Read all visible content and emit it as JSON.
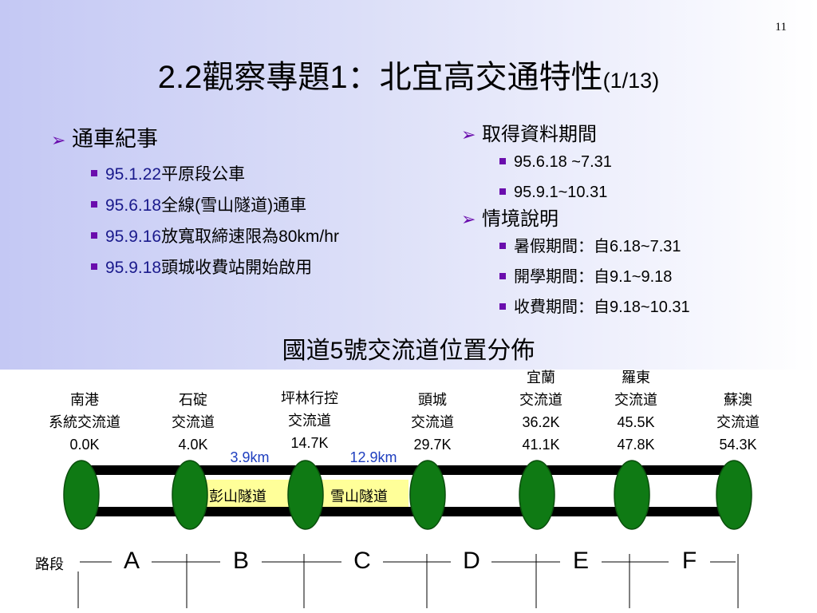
{
  "page_number": "11",
  "title": {
    "main": "2.2觀察專題1：北宜高交通特性",
    "sub": "(1/13)"
  },
  "left": {
    "heading": "通車紀事",
    "items": [
      {
        "num": "95.1.22",
        "text": "平原段公車"
      },
      {
        "num": "95.6.18",
        "text": "全線(雪山隧道)通車"
      },
      {
        "num": "95.9.16",
        "text": "放寬取締速限為80km/hr"
      },
      {
        "num": "95.9.18",
        "text": "頭城收費站開始啟用"
      }
    ]
  },
  "right": {
    "sections": [
      {
        "heading": "取得資料期間",
        "items": [
          "95.6.18 ~7.31",
          "95.9.1~10.31"
        ]
      },
      {
        "heading": "情境說明",
        "items": [
          "暑假期間：自6.18~7.31",
          "開學期間：自9.1~9.18",
          "收費期間：自9.18~10.31"
        ]
      }
    ]
  },
  "diagram": {
    "title": "國道5號交流道位置分佈",
    "interchanges": [
      {
        "lines": [
          "南港",
          "系統交流道",
          "0.0K"
        ]
      },
      {
        "lines": [
          "石碇",
          "交流道",
          "4.0K"
        ]
      },
      {
        "lines": [
          "坪林行控",
          "交流道",
          "14.7K"
        ]
      },
      {
        "lines": [
          "頭城",
          "交流道",
          "29.7K"
        ]
      },
      {
        "lines": [
          "宜蘭",
          "交流道",
          "36.2K",
          "41.1K"
        ]
      },
      {
        "lines": [
          "羅東",
          "交流道",
          "45.5K",
          "47.8K"
        ]
      },
      {
        "lines": [
          "蘇澳",
          "交流道",
          "54.3K"
        ]
      }
    ],
    "tunnels": [
      "彭山隧道",
      "雪山隧道"
    ],
    "distances": [
      "3.9km",
      "12.9km"
    ],
    "road_label": "路段",
    "segments": [
      "A",
      "B",
      "C",
      "D",
      "E",
      "F"
    ],
    "colors": {
      "node": "#0f7a14",
      "node_edge": "#0a4d0c",
      "road": "#000000",
      "tunnel_fill": "#ffff99",
      "distance": "#1f3fbf",
      "bullet": "#6a0dad"
    }
  }
}
